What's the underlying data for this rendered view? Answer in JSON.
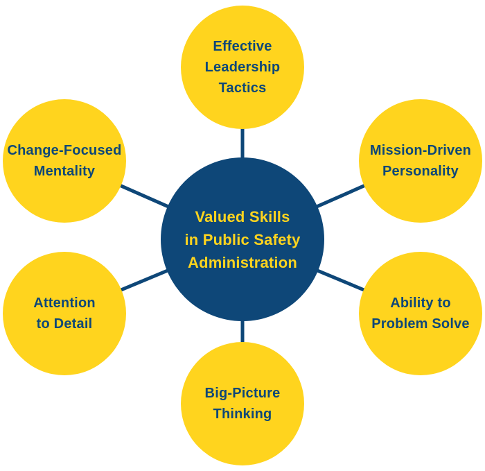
{
  "diagram": {
    "title": "Valued Skills in Public Safety Administration",
    "center": {
      "label": "Valued Skills\nin Public Safety\nAdministration"
    },
    "nodes": [
      {
        "id": "effective-leadership-tactics",
        "label": "Effective\nLeadership\nTactics",
        "position": "top"
      },
      {
        "id": "mission-driven-personality",
        "label": "Mission-Driven\nPersonality",
        "position": "top-right"
      },
      {
        "id": "ability-to-problem-solve",
        "label": "Ability to\nProblem Solve",
        "position": "bottom-right"
      },
      {
        "id": "big-picture-thinking",
        "label": "Big-Picture\nThinking",
        "position": "bottom"
      },
      {
        "id": "attention-to-detail",
        "label": "Attention\nto Detail",
        "position": "bottom-left"
      },
      {
        "id": "change-focused-mentality",
        "label": "Change-Focused\nMentality",
        "position": "top-left"
      }
    ],
    "colors": {
      "navy": "#0e4778",
      "gold": "#ffd41e",
      "background": "#ffffff"
    }
  }
}
